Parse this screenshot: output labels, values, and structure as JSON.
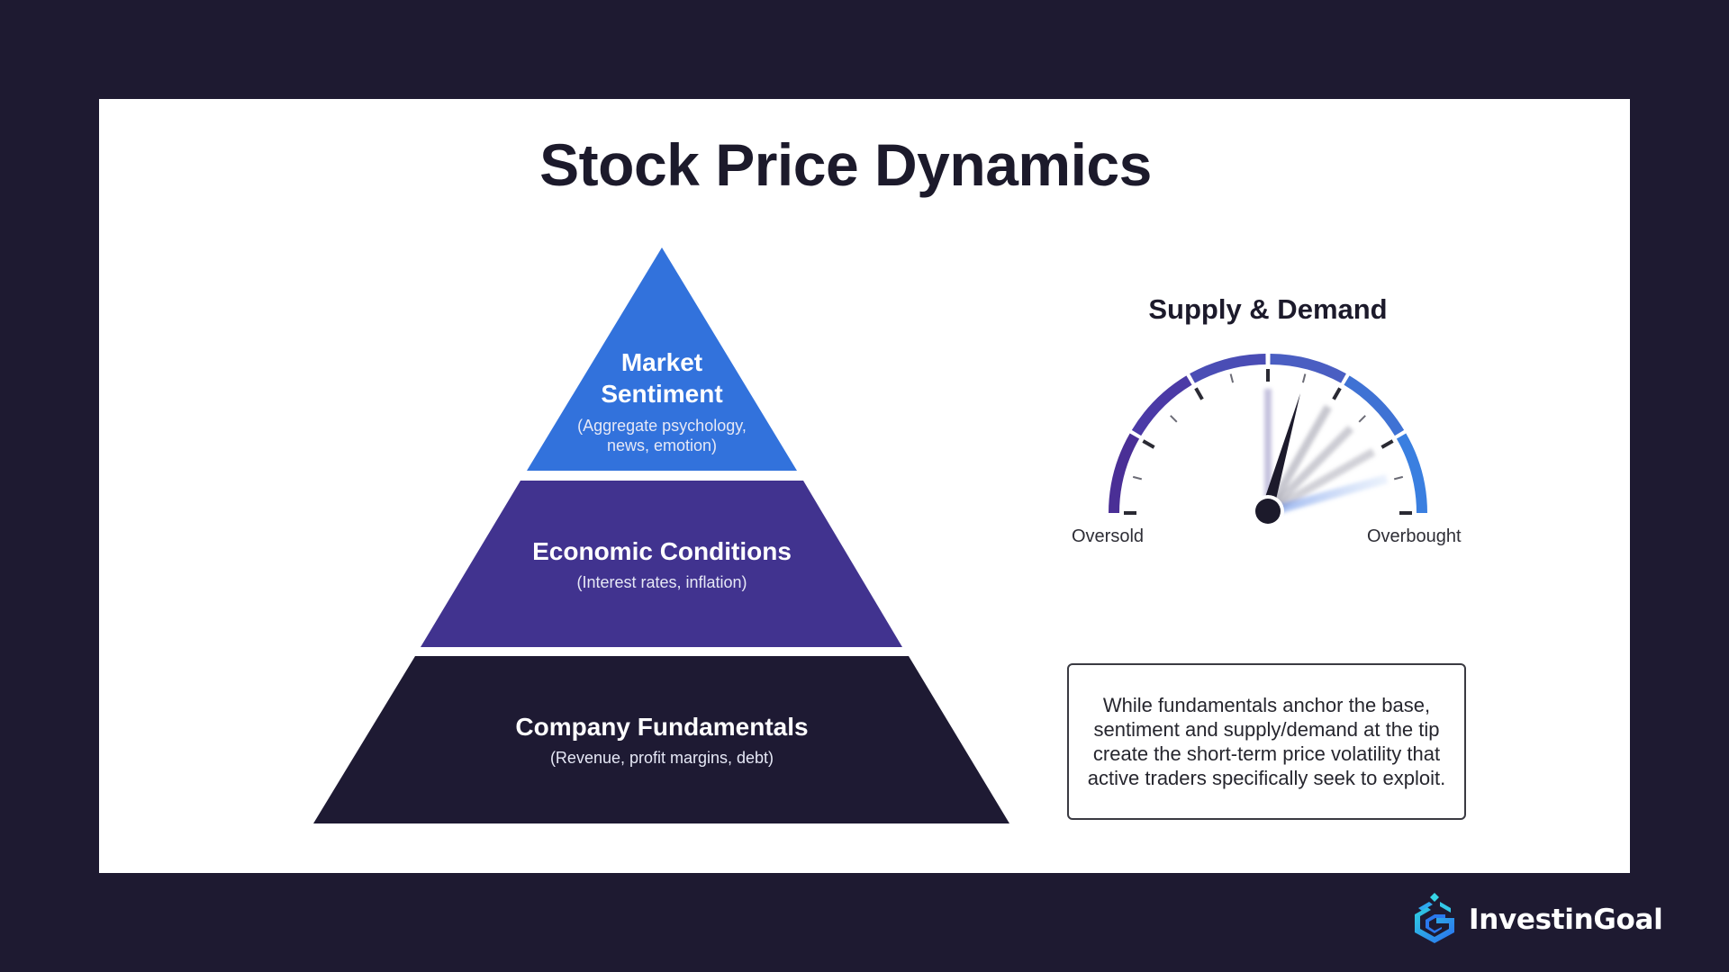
{
  "title": "Stock Price Dynamics",
  "pyramid": {
    "tiers": [
      {
        "level": "top",
        "title_lines": [
          "Market",
          "Sentiment"
        ],
        "subtitle_lines": [
          "(Aggregate psychology,",
          "news, emotion)"
        ],
        "color": "#3272dc"
      },
      {
        "level": "middle",
        "title": "Economic Conditions",
        "subtitle": "(Interest rates, inflation)",
        "color": "#41338f"
      },
      {
        "level": "base",
        "title": "Company Fundamentals",
        "subtitle": "(Revenue, profit margins, debt)",
        "color": "#1e1a33"
      }
    ]
  },
  "gauge": {
    "title": "Supply & Demand",
    "left_label": "Oversold",
    "right_label": "Overbought",
    "segment_colors": [
      "#4a2f96",
      "#4b3aa6",
      "#4a4db5",
      "#4a5ec2",
      "#3f72d4",
      "#3a7fe0"
    ],
    "needle_angle_deg_from_vertical": 15
  },
  "note": {
    "text": "While fundamentals anchor the base, sentiment and supply/demand at the tip create the short-term price volatility that active traders specifically seek to exploit."
  },
  "brand": {
    "name": "InvestinGoal",
    "icon": "investingoal-logo-icon"
  },
  "colors": {
    "background": "#1e1a31",
    "card": "#ffffff",
    "title_text": "#1c1a2b"
  }
}
